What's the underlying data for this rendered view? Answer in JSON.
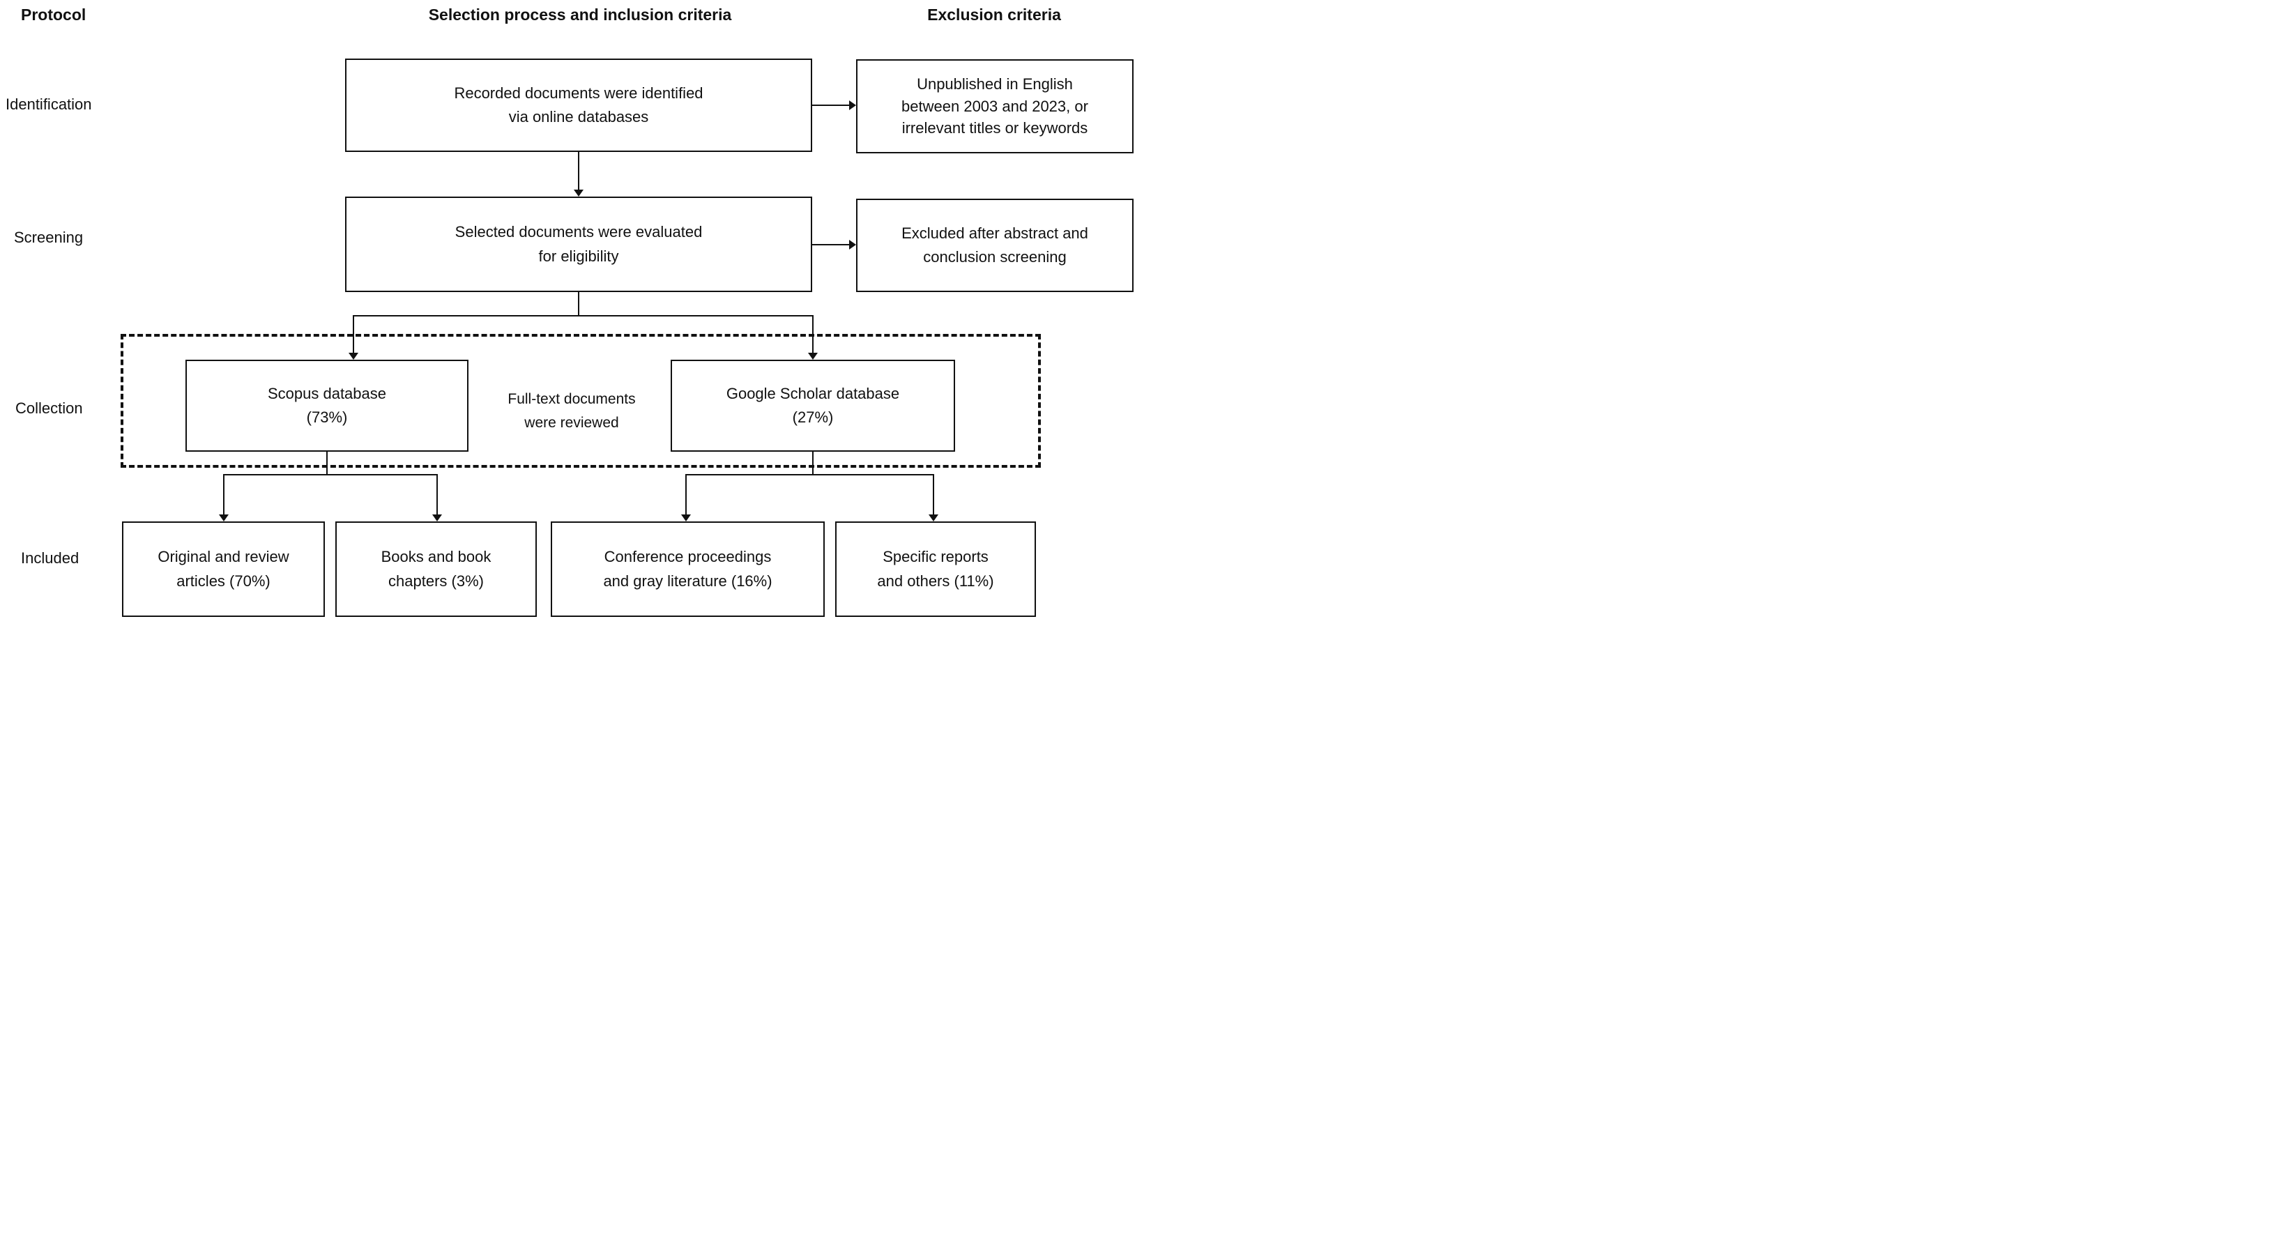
{
  "title_row": {
    "protocol": "Protocol",
    "selection": "Selection process and inclusion criteria",
    "exclusion": "Exclusion criteria"
  },
  "row_labels": {
    "identification": "Identification",
    "screening": "Screening",
    "collection": "Collection",
    "included": "Included"
  },
  "boxes": {
    "identified": {
      "lines": [
        "Recorded documents were identified",
        "via online databases"
      ]
    },
    "unpublished": {
      "lines": [
        "Unpublished in English",
        "between 2003 and 2023, or",
        "irrelevant titles or keywords"
      ]
    },
    "screened": {
      "lines": [
        "Selected documents were evaluated",
        "for eligibility"
      ]
    },
    "excluded": {
      "lines": [
        "Excluded after abstract and",
        "conclusion screening"
      ]
    },
    "scopus": {
      "lines": [
        "Scopus database",
        "(73%)"
      ]
    },
    "fulltext_note": {
      "lines": [
        "Full-text documents",
        "were reviewed"
      ]
    },
    "google_scholar": {
      "lines": [
        "Google Scholar database",
        "(27%)"
      ]
    },
    "original_articles": {
      "lines": [
        "Original and review",
        "articles (70%)"
      ]
    },
    "books": {
      "lines": [
        "Books and book",
        "chapters (3%)"
      ]
    },
    "conference": {
      "lines": [
        "Conference proceedings",
        "and gray literature (16%)"
      ]
    },
    "reports": {
      "lines": [
        "Specific reports",
        "and others (11%)"
      ]
    }
  },
  "colors": {
    "line": "#111111",
    "background": "#ffffff",
    "text": "#111111"
  }
}
